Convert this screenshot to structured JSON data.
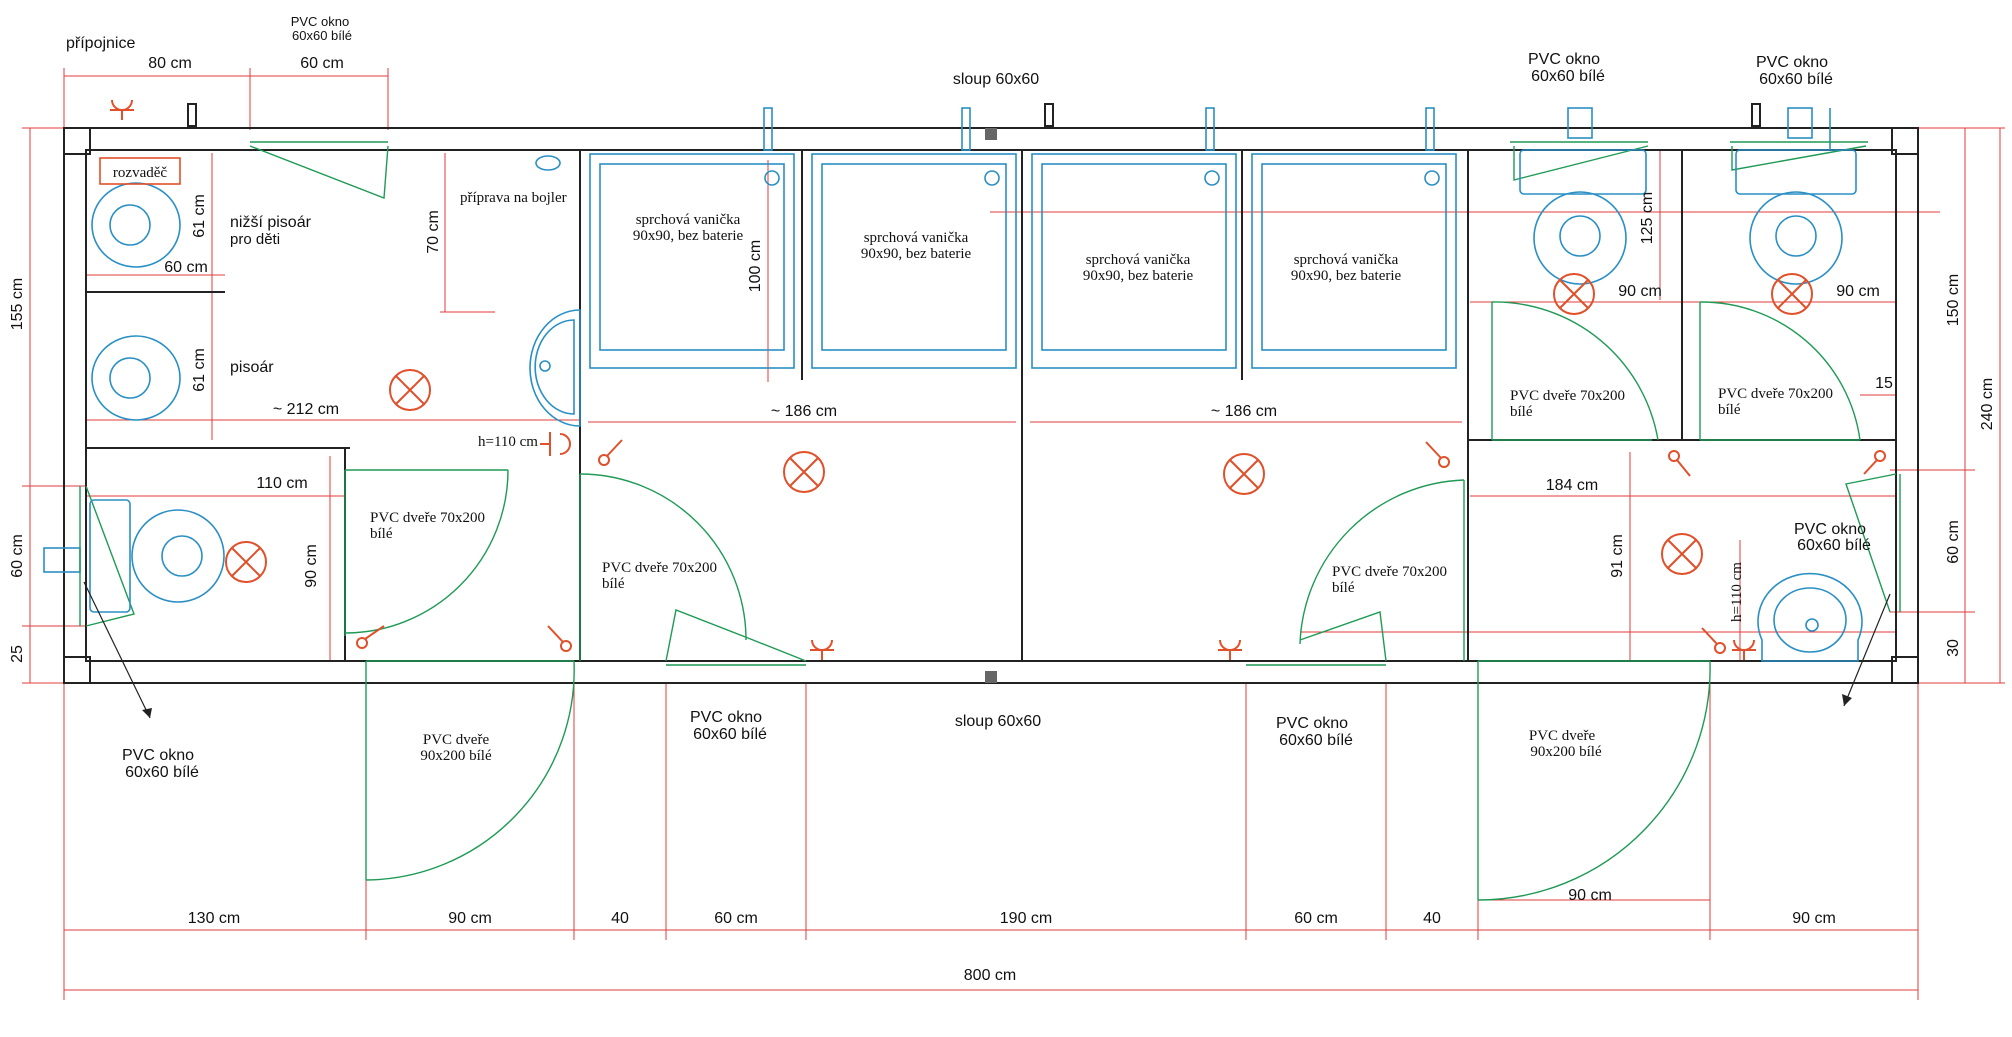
{
  "labels": {
    "pripojnice": "přípojnice",
    "pvc_okno_top_small_1": "PVC okno",
    "pvc_okno_top_small_2": "60x60 bílé",
    "sloup_top": "sloup 60x60",
    "sloup_bottom": "sloup 60x60",
    "pvc_okno_tr1_1": "PVC okno",
    "pvc_okno_tr1_2": "60x60 bílé",
    "pvc_okno_tr2_1": "PVC okno",
    "pvc_okno_tr2_2": "60x60 bílé",
    "rozvadec": "rozvaděč",
    "nizsi_pisoar_1": "nižší pisoár",
    "nizsi_pisoar_2": "pro děti",
    "pisoar": "pisoár",
    "priprava_bojler": "příprava na bojler",
    "h110_left": "h=110 cm",
    "h110_right": "h=110 cm",
    "shower1_1": "sprchová vanička",
    "shower1_2": "90x90, bez baterie",
    "shower2_1": "sprchová vanička",
    "shower2_2": "90x90, bez baterie",
    "shower3_1": "sprchová vanička",
    "shower3_2": "90x90, bez baterie",
    "shower4_1": "sprchová vanička",
    "shower4_2": "90x90, bez baterie",
    "door_wc_1": "PVC dveře 70x200",
    "door_wc_2": "bílé",
    "door_sh1_1": "PVC dveře 70x200",
    "door_sh1_2": "bílé",
    "door_sh2_1": "PVC dveře 70x200",
    "door_sh2_2": "bílé",
    "door_r1_1": "PVC dveře 70x200",
    "door_r1_2": "bílé",
    "door_r2_1": "PVC dveře 70x200",
    "door_r2_2": "bílé",
    "pvc_okno_right_1": "PVC okno",
    "pvc_okno_right_2": "60x60 bílé",
    "pvc_okno_bl_1": "PVC okno",
    "pvc_okno_bl_2": "60x60 bílé",
    "pvc_okno_bm_1": "PVC okno",
    "pvc_okno_bm_2": "60x60 bílé",
    "pvc_okno_bm2_1": "PVC okno",
    "pvc_okno_bm2_2": "60x60 bílé",
    "pvc_dvere_bl_1": "PVC dveře",
    "pvc_dvere_bl_2": "90x200 bílé",
    "pvc_dvere_br_1": "PVC dveře",
    "pvc_dvere_br_2": "90x200 bílé"
  },
  "dims": {
    "top_80": "80 cm",
    "top_60": "60 cm",
    "left_155": "155 cm",
    "left_60": "60 cm",
    "left_25": "25",
    "right_150": "150 cm",
    "right_240": "240 cm",
    "right_60": "60 cm",
    "right_30": "30",
    "pis_61a": "61 cm",
    "pis_61b": "61 cm",
    "pis_60": "60 cm",
    "r212": "~ 212 cm",
    "r70": "70 cm",
    "wc_110": "110 cm",
    "wc_90": "90 cm",
    "sh_100": "100 cm",
    "sh_186a": "~ 186 cm",
    "sh_186b": "~ 186 cm",
    "r_125": "125 cm",
    "r_90a": "90 cm",
    "r_90b": "90 cm",
    "r_15": "15",
    "r_184": "184 cm",
    "r_91": "91 cm",
    "bd_90": "90 cm",
    "b_130": "130 cm",
    "b_90a": "90 cm",
    "b_40a": "40",
    "b_60a": "60 cm",
    "b_190": "190 cm",
    "b_60b": "60 cm",
    "b_40b": "40",
    "b_90b": "90 cm",
    "total_800": "800 cm"
  },
  "colors": {
    "wall": "#222222",
    "dimension": "#e23b3b",
    "fixture": "#2a8fc4",
    "door": "#1f9a55",
    "light": "#e0502a"
  }
}
